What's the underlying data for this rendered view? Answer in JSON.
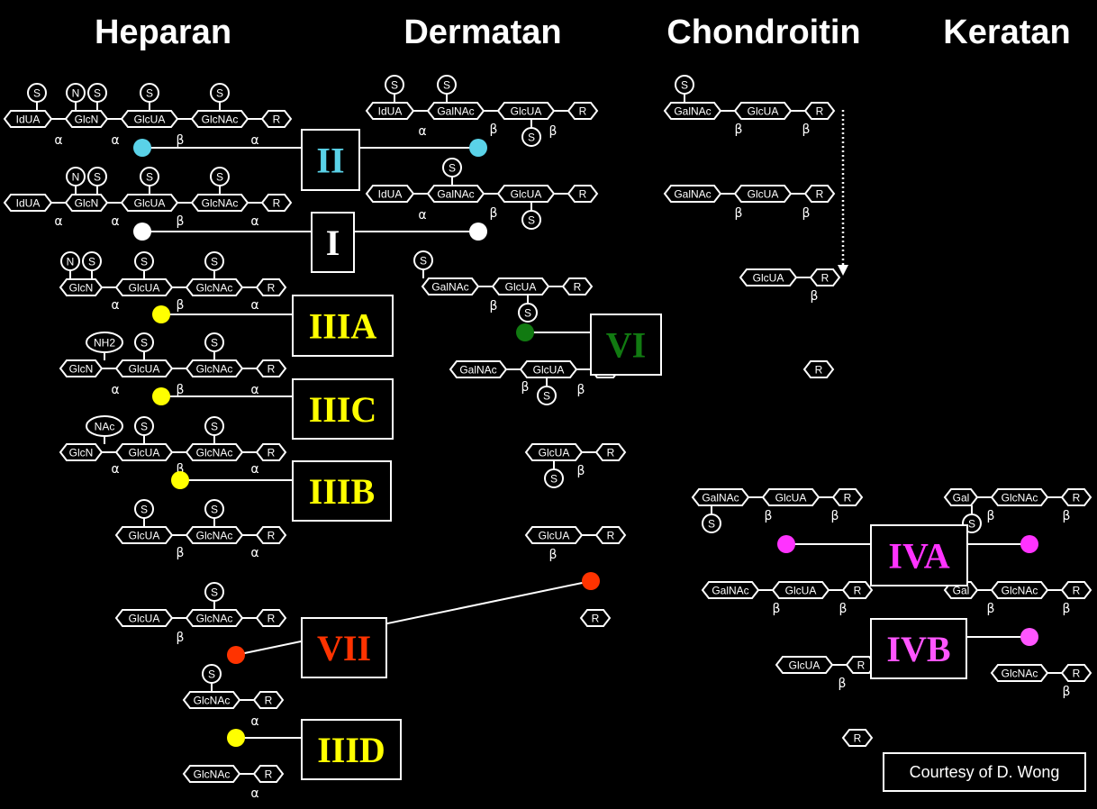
{
  "headers": {
    "heparan": "Heparan",
    "dermatan": "Dermatan",
    "chondroitin": "Chondroitin",
    "keratan": "Keratan"
  },
  "sugars": {
    "iduronic": "IdUA",
    "glucosamine": "GlcN",
    "glucuronic": "GlcUA",
    "glcnac": "GlcNAc",
    "galnac": "GalNAc",
    "galactose": "Gal",
    "core": "R"
  },
  "modifications": {
    "sulfate": "S",
    "n_label": "N",
    "amine": "NH2",
    "acetyl": "NAc"
  },
  "linkages": {
    "alpha": "α",
    "beta": "β"
  },
  "enzymes": [
    {
      "label": "II",
      "color": "#5ad2e8"
    },
    {
      "label": "I",
      "color": "#ffffff"
    },
    {
      "label": "IIIA",
      "color": "#ffff00"
    },
    {
      "label": "IIIC",
      "color": "#ffff00"
    },
    {
      "label": "IIIB",
      "color": "#ffff00"
    },
    {
      "label": "IIID",
      "color": "#ffff00"
    },
    {
      "label": "VII",
      "color": "#ff3300"
    },
    {
      "label": "VI",
      "color": "#117a11"
    },
    {
      "label": "IVA",
      "color": "#ff33ff"
    },
    {
      "label": "IVB",
      "color": "#ff55ff"
    }
  ],
  "credit": "Courtesy of D. Wong"
}
